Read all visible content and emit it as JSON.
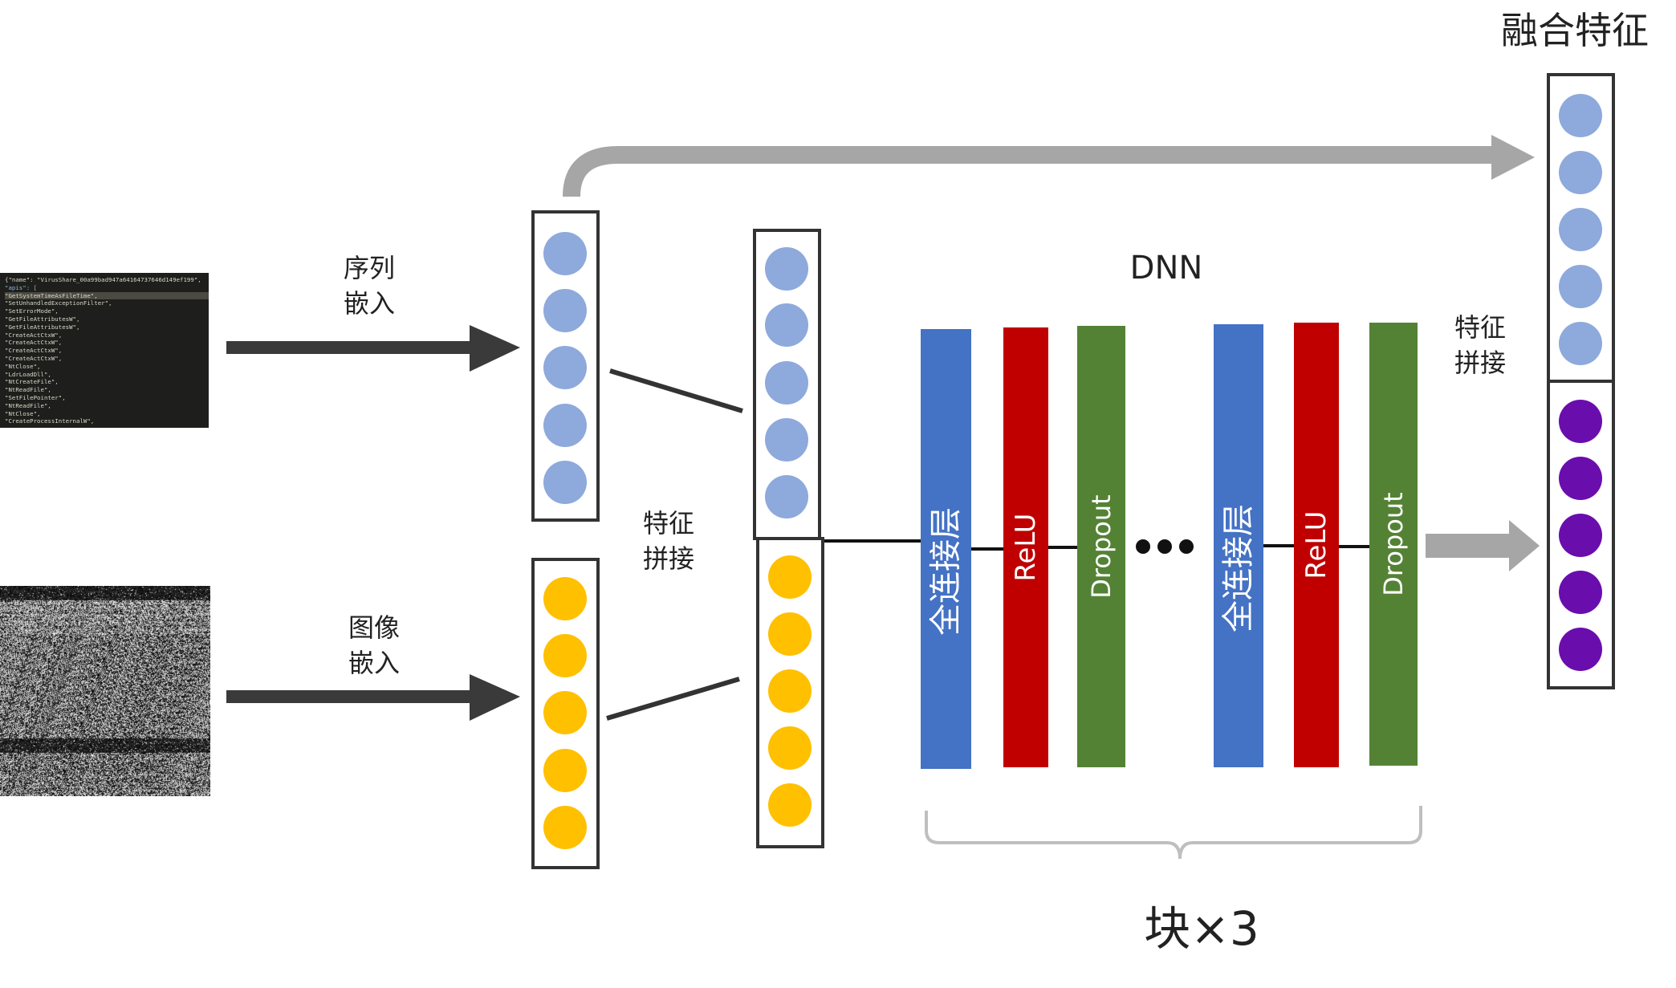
{
  "labels": {
    "seq_embed_line1": "序列",
    "seq_embed_line2": "嵌入",
    "img_embed_line1": "图像",
    "img_embed_line2": "嵌入",
    "concat_mid_line1": "特征",
    "concat_mid_line2": "拼接",
    "concat_right_line1": "特征",
    "concat_right_line2": "拼接",
    "dnn": "DNN",
    "fused": "融合特征",
    "block": "块×3"
  },
  "layers": [
    "全连接层",
    "ReLU",
    "Dropout",
    "全连接层",
    "ReLU",
    "Dropout"
  ],
  "ellipsis": "●●●",
  "code_lines": [
    "{\"name\": \"VirusShare_00a99bad947a64164737646d149ef199\",",
    "  \"apis\": [",
    "    \"GetSystemTimeAsFileTime\",",
    "    \"SetUnhandledExceptionFilter\",",
    "    \"SetErrorMode\",",
    "    \"GetFileAttributesW\",",
    "    \"GetFileAttributesW\",",
    "    \"CreateActCtxW\",",
    "    \"CreateActCtxW\",",
    "    \"CreateActCtxW\",",
    "    \"CreateActCtxW\",",
    "    \"NtClose\",",
    "    \"LdrLoadDll\",",
    "    \"NtCreateFile\",",
    "    \"NtReadFile\",",
    "    \"SetFilePointer\",",
    "    \"NtReadFile\",",
    "    \"NtClose\",",
    "    \"CreateProcessInternalW\","
  ],
  "colors": {
    "seq_node": "#8ea9db",
    "img_node": "#ffc000",
    "fused_bottom_node": "#6a0dad",
    "fc_layer": "#4472c4",
    "relu_layer": "#c00000",
    "dropout_layer": "#548235",
    "arrow_dark": "#3a3a3a",
    "arrow_gray": "#a6a6a6",
    "brace": "#bfbfbf"
  }
}
